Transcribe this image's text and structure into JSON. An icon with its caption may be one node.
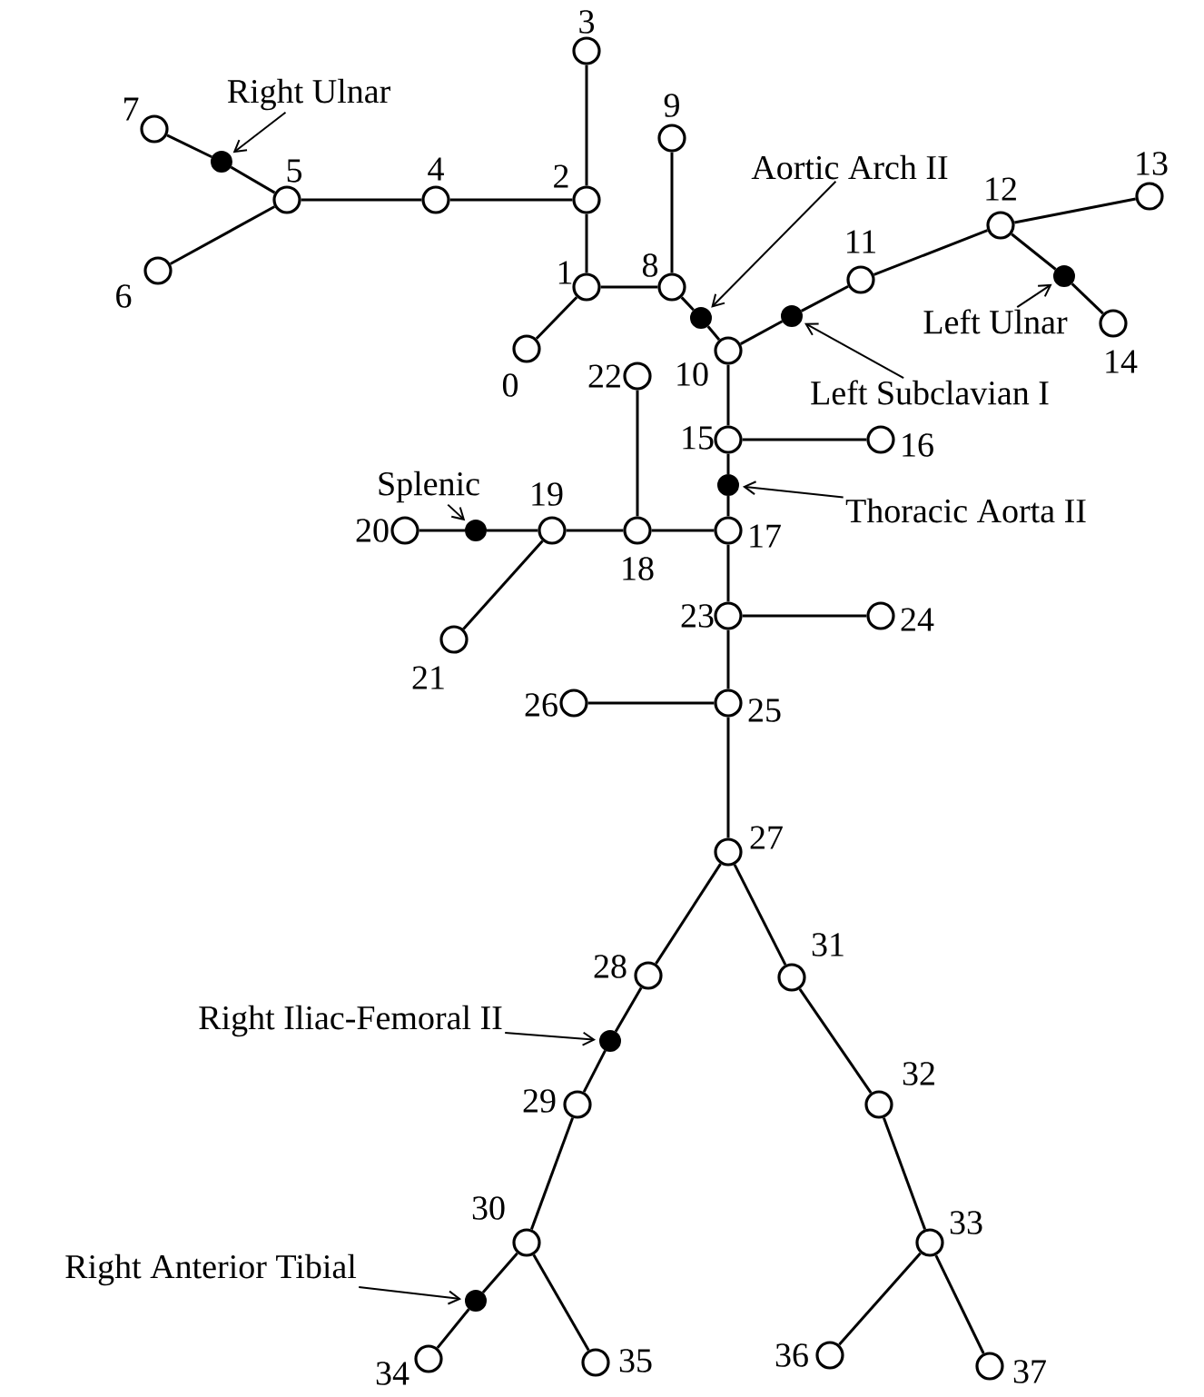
{
  "diagram": {
    "nodes": [
      {
        "text": [],
        "shape": "circle",
        "beside": [
          "0"
        ]
      },
      {
        "text": [],
        "shape": "circle",
        "beside": [
          "1"
        ]
      },
      {
        "text": [],
        "shape": "circle",
        "beside": [
          "2"
        ]
      },
      {
        "text": [],
        "shape": "circle",
        "beside": [
          "3"
        ]
      },
      {
        "text": [],
        "shape": "circle",
        "beside": [
          "4"
        ]
      },
      {
        "text": [],
        "shape": "circle",
        "beside": [
          "5"
        ]
      },
      {
        "text": [],
        "shape": "circle",
        "beside": [
          "6"
        ]
      },
      {
        "text": [],
        "shape": "circle",
        "beside": [
          "7"
        ]
      },
      {
        "text": [],
        "shape": "circle",
        "beside": [
          "8"
        ]
      },
      {
        "text": [],
        "shape": "circle",
        "beside": [
          "9"
        ]
      },
      {
        "text": [],
        "shape": "circle",
        "beside": [
          "10"
        ]
      },
      {
        "text": [],
        "shape": "circle",
        "beside": [
          "11"
        ]
      },
      {
        "text": [],
        "shape": "circle",
        "beside": [
          "12"
        ]
      },
      {
        "text": [],
        "shape": "circle",
        "beside": [
          "13"
        ]
      },
      {
        "text": [],
        "shape": "circle",
        "beside": [
          "14"
        ]
      },
      {
        "text": [],
        "shape": "circle",
        "beside": [
          "15"
        ]
      },
      {
        "text": [],
        "shape": "circle",
        "beside": [
          "16"
        ]
      },
      {
        "text": [],
        "shape": "circle",
        "beside": [
          "17"
        ]
      },
      {
        "text": [],
        "shape": "circle",
        "beside": [
          "18"
        ]
      },
      {
        "text": [],
        "shape": "circle",
        "beside": [
          "19"
        ]
      },
      {
        "text": [],
        "shape": "circle",
        "beside": [
          "20"
        ]
      },
      {
        "text": [],
        "shape": "circle",
        "beside": [
          "21"
        ]
      },
      {
        "text": [],
        "shape": "circle",
        "beside": [
          "22"
        ]
      },
      {
        "text": [],
        "shape": "circle",
        "beside": [
          "23"
        ]
      },
      {
        "text": [],
        "shape": "circle",
        "beside": [
          "24"
        ]
      },
      {
        "text": [],
        "shape": "circle",
        "beside": [
          "25"
        ]
      },
      {
        "text": [],
        "shape": "circle",
        "beside": [
          "26"
        ]
      },
      {
        "text": [],
        "shape": "circle",
        "beside": [
          "27"
        ]
      },
      {
        "text": [],
        "shape": "circle",
        "beside": [
          "28"
        ]
      },
      {
        "text": [],
        "shape": "circle",
        "beside": [
          "29"
        ]
      },
      {
        "text": [],
        "shape": "circle",
        "beside": [
          "30"
        ]
      },
      {
        "text": [],
        "shape": "circle",
        "beside": [
          "31"
        ]
      },
      {
        "text": [],
        "shape": "circle",
        "beside": [
          "32"
        ]
      },
      {
        "text": [],
        "shape": "circle",
        "beside": [
          "33"
        ]
      },
      {
        "text": [],
        "shape": "circle",
        "beside": [
          "34"
        ]
      },
      {
        "text": [],
        "shape": "circle",
        "beside": [
          "35"
        ]
      },
      {
        "text": [],
        "shape": "circle",
        "beside": [
          "36"
        ]
      },
      {
        "text": [],
        "shape": "circle",
        "beside": [
          "37"
        ]
      },
      {
        "text": [],
        "shape": "dot"
      },
      {
        "text": [],
        "shape": "dot"
      },
      {
        "text": [],
        "shape": "dot"
      },
      {
        "text": [],
        "shape": "dot"
      },
      {
        "text": [],
        "shape": "dot"
      },
      {
        "text": [],
        "shape": "dot"
      },
      {
        "text": [],
        "shape": "dot"
      },
      {
        "text": [],
        "shape": "dot"
      },
      {
        "text": [
          "Right Ulnar"
        ]
      },
      {
        "text": [
          "Aortic Arch II"
        ]
      },
      {
        "text": [
          "Left Subclavian I"
        ]
      },
      {
        "text": [
          "Left Ulnar"
        ]
      },
      {
        "text": [
          "Splenic"
        ]
      },
      {
        "text": [
          "Thoracic Aorta II"
        ]
      },
      {
        "text": [
          "Right Iliac-Femoral II"
        ]
      },
      {
        "text": [
          "Right Anterior Tibial"
        ]
      }
    ],
    "edges": [
      {
        "from": 7,
        "to": 38,
        "arrow": "none"
      },
      {
        "from": 38,
        "to": 5,
        "arrow": "none"
      },
      {
        "from": 6,
        "to": 5,
        "arrow": "none"
      },
      {
        "from": 5,
        "to": 4,
        "arrow": "none"
      },
      {
        "from": 4,
        "to": 2,
        "arrow": "none"
      },
      {
        "from": 3,
        "to": 2,
        "arrow": "none"
      },
      {
        "from": 2,
        "to": 1,
        "arrow": "none"
      },
      {
        "from": 0,
        "to": 1,
        "arrow": "none"
      },
      {
        "from": 1,
        "to": 8,
        "arrow": "none"
      },
      {
        "from": 9,
        "to": 8,
        "arrow": "none"
      },
      {
        "from": 8,
        "to": 39,
        "arrow": "none"
      },
      {
        "from": 39,
        "to": 10,
        "arrow": "none"
      },
      {
        "from": 10,
        "to": 40,
        "arrow": "none"
      },
      {
        "from": 40,
        "to": 11,
        "arrow": "none"
      },
      {
        "from": 11,
        "to": 12,
        "arrow": "none"
      },
      {
        "from": 12,
        "to": 13,
        "arrow": "none"
      },
      {
        "from": 12,
        "to": 41,
        "arrow": "none"
      },
      {
        "from": 41,
        "to": 14,
        "arrow": "none"
      },
      {
        "from": 10,
        "to": 15,
        "arrow": "none"
      },
      {
        "from": 15,
        "to": 16,
        "arrow": "none"
      },
      {
        "from": 15,
        "to": 43,
        "arrow": "none"
      },
      {
        "from": 43,
        "to": 17,
        "arrow": "none"
      },
      {
        "from": 17,
        "to": 18,
        "arrow": "none"
      },
      {
        "from": 18,
        "to": 22,
        "arrow": "none"
      },
      {
        "from": 18,
        "to": 19,
        "arrow": "none"
      },
      {
        "from": 19,
        "to": 42,
        "arrow": "none"
      },
      {
        "from": 42,
        "to": 20,
        "arrow": "none"
      },
      {
        "from": 19,
        "to": 21,
        "arrow": "none"
      },
      {
        "from": 17,
        "to": 23,
        "arrow": "none"
      },
      {
        "from": 23,
        "to": 24,
        "arrow": "none"
      },
      {
        "from": 23,
        "to": 25,
        "arrow": "none"
      },
      {
        "from": 25,
        "to": 26,
        "arrow": "none"
      },
      {
        "from": 25,
        "to": 27,
        "arrow": "none"
      },
      {
        "from": 27,
        "to": 28,
        "arrow": "none"
      },
      {
        "from": 28,
        "to": 44,
        "arrow": "none"
      },
      {
        "from": 44,
        "to": 29,
        "arrow": "none"
      },
      {
        "from": 29,
        "to": 30,
        "arrow": "none"
      },
      {
        "from": 30,
        "to": 45,
        "arrow": "none"
      },
      {
        "from": 45,
        "to": 34,
        "arrow": "none"
      },
      {
        "from": 30,
        "to": 35,
        "arrow": "none"
      },
      {
        "from": 27,
        "to": 31,
        "arrow": "none"
      },
      {
        "from": 31,
        "to": 32,
        "arrow": "none"
      },
      {
        "from": 32,
        "to": 33,
        "arrow": "none"
      },
      {
        "from": 33,
        "to": 36,
        "arrow": "none"
      },
      {
        "from": 33,
        "to": 37,
        "arrow": "none"
      },
      {
        "from": 46,
        "to": 38,
        "arrow": "to"
      },
      {
        "from": 47,
        "to": 39,
        "arrow": "to"
      },
      {
        "from": 48,
        "to": 40,
        "arrow": "to"
      },
      {
        "from": 49,
        "to": 41,
        "arrow": "to"
      },
      {
        "from": 50,
        "to": 42,
        "arrow": "to"
      },
      {
        "from": 51,
        "to": 43,
        "arrow": "to"
      },
      {
        "from": 52,
        "to": 44,
        "arrow": "to"
      },
      {
        "from": 53,
        "to": 45,
        "arrow": "to"
      }
    ]
  }
}
